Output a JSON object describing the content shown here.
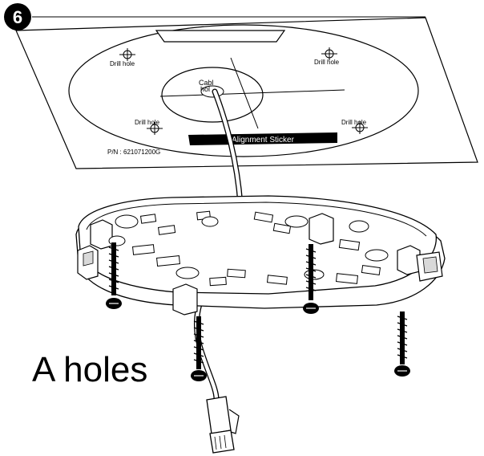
{
  "step": {
    "number": "6"
  },
  "sticker": {
    "drill_hole_labels": [
      "Drill hole",
      "Drill hole",
      "Drill hole",
      "Drill hole"
    ],
    "cable_hole_label": [
      "Cabl",
      "hol"
    ],
    "banner_text": "Alignment Sticker",
    "part_number": "P/N : 621071200G"
  },
  "caption": {
    "text": "A holes"
  },
  "colors": {
    "line": "#000000",
    "fill": "#ffffff",
    "shade": "#d9d9d9",
    "banner_bg": "#000000"
  }
}
